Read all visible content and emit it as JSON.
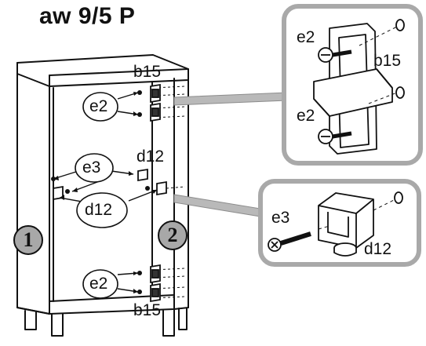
{
  "title": "aw 9/5 P",
  "labels": {
    "b15_top": "b15",
    "b15_bottom": "b15",
    "e2_top": "e2",
    "e2_bottom": "e2",
    "e3_main": "e3",
    "d12_main": "d12",
    "d12_lower": "d12",
    "inset1_e2_top": "e2",
    "inset1_b15": "b15",
    "inset1_e2_bottom": "e2",
    "inset2_e3": "e3",
    "inset2_d12": "d12"
  },
  "markers": {
    "side_left": "1",
    "side_right": "2"
  },
  "colors": {
    "line": "#111111",
    "inset_border": "#a9a9a9",
    "marker_fill": "#a8a8a8"
  }
}
